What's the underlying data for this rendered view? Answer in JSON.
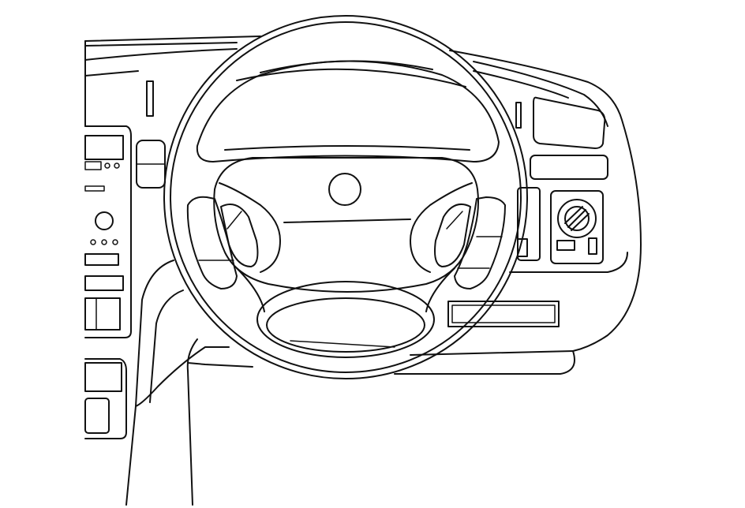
{
  "diagram": {
    "subject": "vehicle-dashboard-line-drawing",
    "colors": {
      "line": "#111111",
      "background": "#ffffff"
    },
    "components": [
      "dashboard-outline",
      "center-console-panel",
      "steering-wheel",
      "airbag-hub",
      "instrument-cluster-hood",
      "right-vent",
      "light-switch-knob",
      "glove-compartment-slot"
    ]
  }
}
